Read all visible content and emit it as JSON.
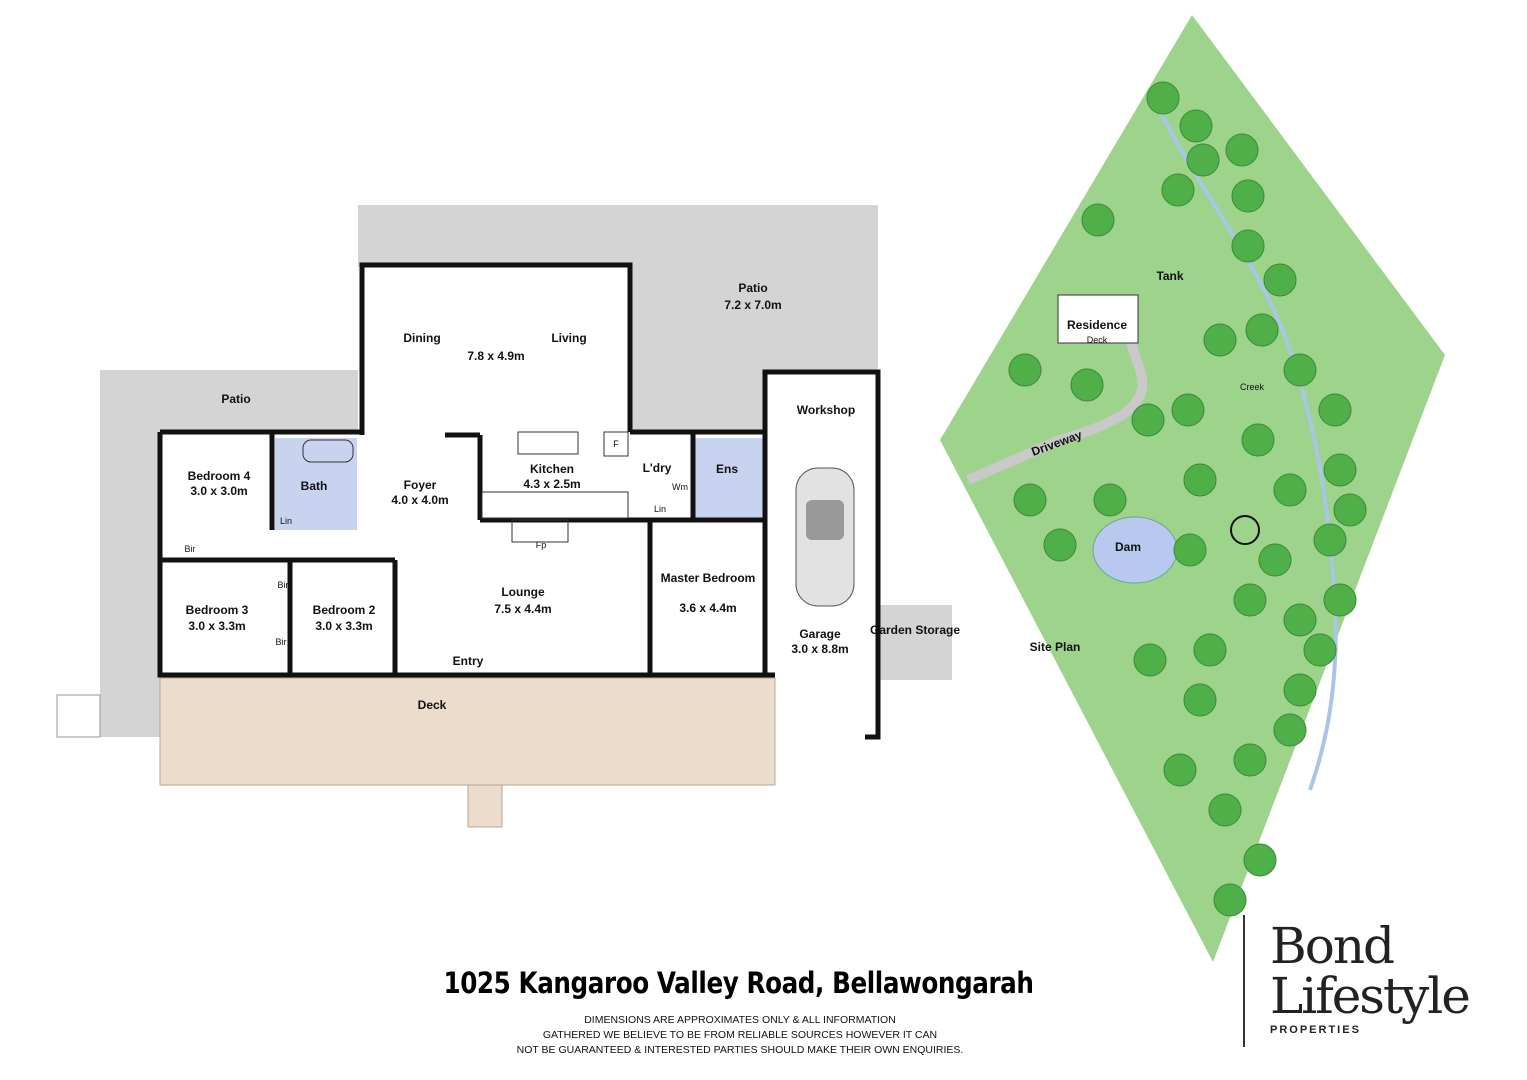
{
  "floor_plan": {
    "rooms": [
      {
        "name": "Dining",
        "dims": ""
      },
      {
        "name": "Living",
        "dims": "7.8 x 4.9m"
      },
      {
        "name": "Patio",
        "dims": "7.2 x 7.0m"
      },
      {
        "name": "Patio",
        "dims": ""
      },
      {
        "name": "Workshop",
        "dims": ""
      },
      {
        "name": "Bedroom 4",
        "dims": "3.0 x 3.0m"
      },
      {
        "name": "Bath",
        "dims": ""
      },
      {
        "name": "Foyer",
        "dims": "4.0 x 4.0m"
      },
      {
        "name": "Kitchen",
        "dims": "4.3 x 2.5m"
      },
      {
        "name": "L'dry",
        "dims": ""
      },
      {
        "name": "Ens",
        "dims": ""
      },
      {
        "name": "Bedroom 3",
        "dims": "3.0 x 3.3m"
      },
      {
        "name": "Bedroom 2",
        "dims": "3.0 x 3.3m"
      },
      {
        "name": "Lounge",
        "dims": "7.5 x 4.4m"
      },
      {
        "name": "Master Bedroom",
        "dims": "3.6 x 4.4m"
      },
      {
        "name": "Garage",
        "dims": "3.0 x 8.8m"
      },
      {
        "name": "Garden Storage",
        "dims": ""
      },
      {
        "name": "Deck",
        "dims": ""
      },
      {
        "name": "Entry",
        "dims": ""
      }
    ],
    "small_labels": {
      "bir": "Bir",
      "lin": "Lin",
      "wm": "Wm",
      "f": "F",
      "fp": "Fp"
    },
    "colors": {
      "patio": "#d4d4d4",
      "deck": "#ebdccb",
      "wet": "#c8d3f0",
      "wall": "#111111"
    }
  },
  "site_plan": {
    "label": "Site Plan",
    "features": [
      "Tank",
      "Residence",
      "Deck",
      "Creek",
      "Driveway",
      "Dam"
    ],
    "colors": {
      "land": "#9dd38a",
      "tree": "#4fb04a",
      "dam": "#b8c8ee",
      "creek": "#a9c6e8"
    }
  },
  "title": "1025 Kangaroo Valley Road, Bellawongarah",
  "disclaimer": [
    "DIMENSIONS ARE APPROXIMATES ONLY & ALL INFORMATION",
    "GATHERED WE BELIEVE TO BE FROM RELIABLE SOURCES HOWEVER IT CAN",
    "NOT BE GUARANTEED & INTERESTED PARTIES SHOULD MAKE THEIR OWN ENQUIRIES."
  ],
  "brand": {
    "line1": "Bond",
    "line2": "Lifestyle",
    "line3": "PROPERTIES"
  }
}
